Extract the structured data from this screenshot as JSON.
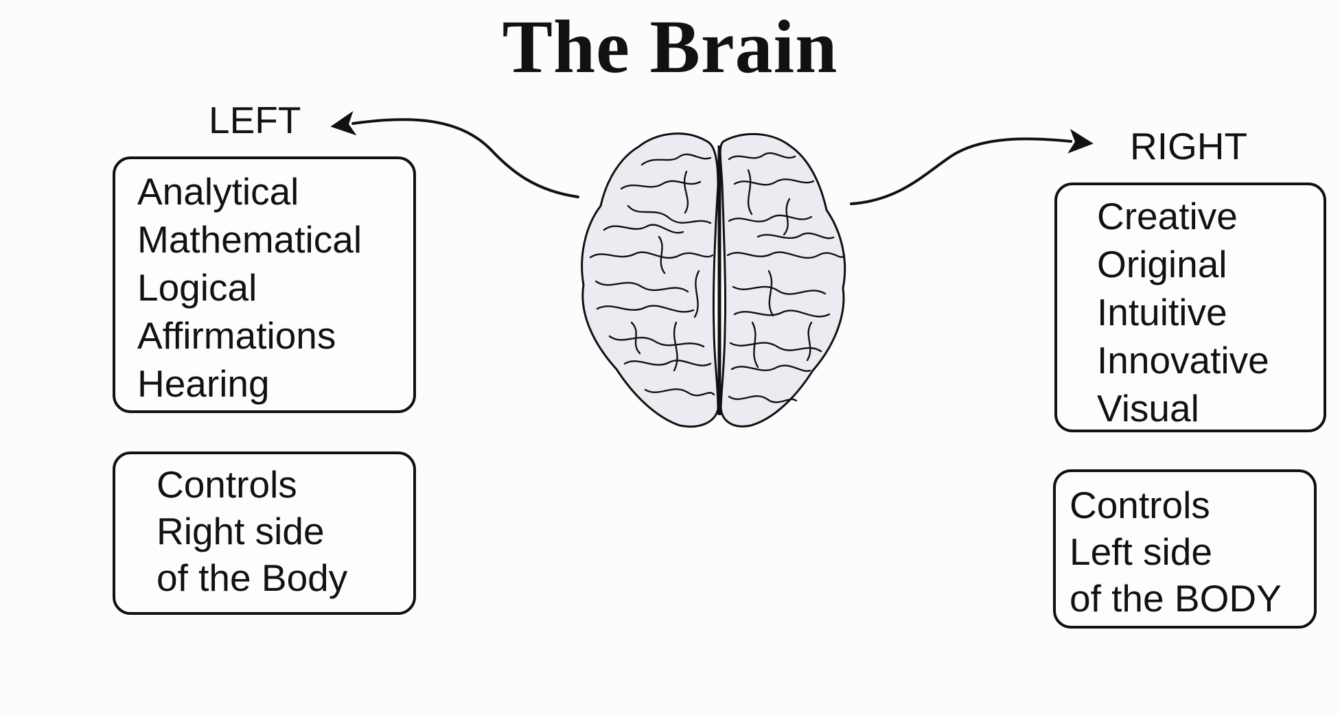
{
  "title": "The Brain",
  "left": {
    "label": "LEFT",
    "traits": [
      "Analytical",
      "Mathematical",
      "Logical",
      "Affirmations",
      "Hearing"
    ],
    "controls": [
      "Controls",
      "Right side",
      "of the Body"
    ]
  },
  "right": {
    "label": "RIGHT",
    "traits": [
      "Creative",
      "Original",
      "Intuitive",
      "Innovative",
      "Visual"
    ],
    "controls": [
      "Controls",
      "Left side",
      "of the BODY"
    ]
  },
  "colors": {
    "ink": "#111111",
    "brain_fill": "#ecebf2",
    "background": "#fcfcfc"
  },
  "icons": {
    "brain": "brain-icon",
    "left_arrow": "arrow-left-icon",
    "right_arrow": "arrow-right-icon"
  }
}
